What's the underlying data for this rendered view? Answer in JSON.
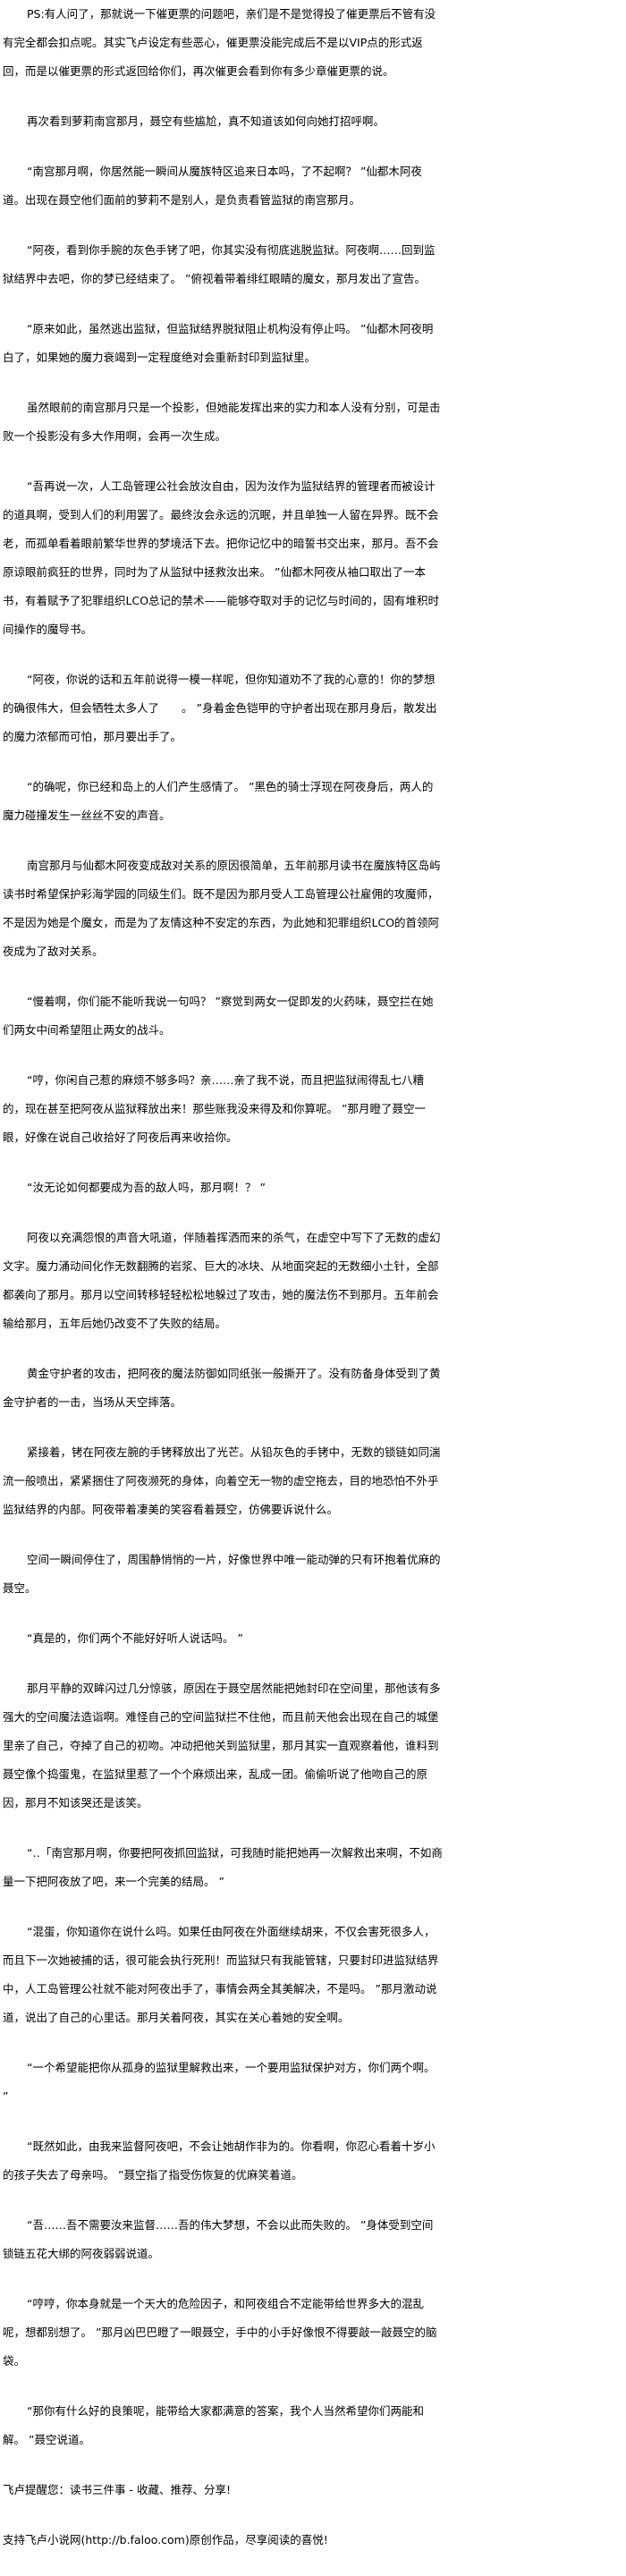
{
  "paragraphs": [
    "PS:有人问了，那就说一下催更票的问题吧，亲们是不是觉得投了催更票后不管有没有完全都会扣点呢。其实飞卢设定有些恶心，催更票没能完成后不是以VIP点的形式返回，而是以催更票的形式返回给你们，再次催更会看到你有多少章催更票的说。",
    "再次看到萝莉南宫那月，聂空有些尴尬，真不知道该如何向她打招呼啊。",
    "“南宫那月啊，你居然能一瞬间从魔族特区追来日本吗，了不起啊？ ”仙都木阿夜道。出现在聂空他们面前的萝莉不是别人，是负责看管监狱的南宫那月。",
    "“阿夜，看到你手腕的灰色手铐了吧，你其实没有彻底逃脱监狱。阿夜啊……回到监狱结界中去吧，你的梦已经结束了。 ”俯视着带着绯红眼睛的魔女，那月发出了宣告。",
    "“原来如此，虽然逃出监狱，但监狱结界脱狱阻止机构没有停止吗。 ”仙都木阿夜明白了，如果她的魔力衰竭到一定程度绝对会重新封印到监狱里。",
    "虽然眼前的南宫那月只是一个投影，但她能发挥出来的实力和本人没有分别，可是击败一个投影没有多大作用啊，会再一次生成。",
    "“吾再说一次，人工岛管理公社会放汝自由，因为汝作为监狱结界的管理者而被设计的道具啊，受到人们的利用罢了。最终汝会永远的沉眠，并且单独一人留在异界。既不会老，而孤单看着眼前繁华世界的梦境活下去。把你记忆中的暗誓书交出来，那月。吾不会原谅眼前疯狂的世界，同时为了从监狱中拯救汝出来。 ”仙都木阿夜从袖口取出了一本书，有着赋予了犯罪组织LCO总记的禁术——能够夺取对手的记忆与时间的，固有堆积时间操作的魔导书。",
    "“阿夜，你说的话和五年前说得一模一样呢，但你知道劝不了我的心意的！你的梦想的确很伟大，但会牺牲太多人了　　。 ”身着金色铠甲的守护者出现在那月身后，散发出的魔力浓郁而可怕，那月要出手了。",
    "“的确呢，你已经和岛上的人们产生感情了。 ”黑色的骑士浮现在阿夜身后，两人的魔力碰撞发生一丝丝不安的声音。",
    "南宫那月与仙都木阿夜变成敌对关系的原因很简单，五年前那月读书在魔族特区岛屿读书时希望保护彩海学园的同级生们。既不是因为那月受人工岛管理公社雇佣的攻魔师，不是因为她是个魔女，而是为了友情这种不安定的东西，为此她和犯罪组织LCO的首领阿夜成为了敌对关系。",
    "“慢着啊，你们能不能听我说一句吗？ ”察觉到两女一促即发的火药味，聂空拦在她们两女中间希望阻止两女的战斗。",
    "“哼，你闲自己惹的麻烦不够多吗？亲……亲了我不说，而且把监狱闹得乱七八糟的，现在甚至把阿夜从监狱释放出来！那些账我没来得及和你算呢。 ”那月瞪了聂空一眼，好像在说自己收拾好了阿夜后再来收拾你。",
    "“汝无论如何都要成为吾的敌人吗，那月啊！？ ”",
    "阿夜以充满怨恨的声音大吼道，伴随着挥洒而来的杀气，在虚空中写下了无数的虚幻文字。魔力涌动间化作无数翻腾的岩浆、巨大的冰块、从地面突起的无数细小土针，全部都袭向了那月。那月以空间转移轻轻松松地躲过了攻击，她的魔法伤不到那月。五年前会输给那月，五年后她仍改变不了失败的结局。",
    "黄金守护者的攻击，把阿夜的魔法防御如同纸张一般撕开了。没有防备身体受到了黄金守护者的一击，当场从天空摔落。",
    "紧接着，铐在阿夜左腕的手铐释放出了光芒。从铅灰色的手铐中，无数的锁链如同湍流一般喷出，紧紧捆住了阿夜濒死的身体，向着空无一物的虚空拖去，目的地恐怕不外乎监狱结界的内部。阿夜带着凄美的笑容看着聂空，仿佛要诉说什么。",
    "空间一瞬间停住了，周围静悄悄的一片，好像世界中唯一能动弹的只有环抱着优麻的聂空。",
    "“真是的，你们两个不能好好听人说话吗。 ”",
    "那月平静的双眸闪过几分惊骇，原因在于聂空居然能把她封印在空间里，那他该有多强大的空间魔法造诣啊。难怪自己的空间监狱拦不住他，而且前天他会出现在自己的城堡里亲了自己，夺掉了自己的初吻。冲动把他关到监狱里，那月其实一直观察着他，谁料到聂空像个捣蛋鬼，在监狱里惹了一个个麻烦出来，乱成一团。偷偷听说了他吻自己的原因，那月不知该哭还是该笑。",
    "“‥「南宫那月啊，你要把阿夜抓回监狱，可我随时能把她再一次解救出来啊，不如商量一下把阿夜放了吧，来一个完美的结局。 ”",
    "“混蛋，你知道你在说什么吗。如果任由阿夜在外面继续胡来，不仅会害死很多人，而且下一次她被捕的话，很可能会执行死刑！而监狱只有我能管辖，只要封印进监狱结界中，人工岛管理公社就不能对阿夜出手了，事情会两全其美解决，不是吗。 ”那月激动说道，说出了自己的心里话。那月关着阿夜，其实在关心着她的安全啊。",
    "“一个希望能把你从孤身的监狱里解救出来，一个要用监狱保护对方，你们两个啊。 ”",
    "“既然如此，由我来监督阿夜吧，不会让她胡作非为的。你看啊，你忍心看着十岁小的孩子失去了母亲吗。 ”聂空指了指受伤恢复的优麻笑着道。",
    "“吾……吾不需要汝来监督……吾的伟大梦想，不会以此而失败的。 ”身体受到空间锁链五花大绑的阿夜弱弱说道。",
    "“哼哼，你本身就是一个天大的危险因子，和阿夜组合不定能带给世界多大的混乱呢，想都别想了。 ”那月凶巴巴瞪了一眼聂空，手中的小手好像恨不得要敲一敲聂空的脑袋。",
    "“那你有什么好的良策呢，能带给大家都满意的答案，我个人当然希望你们两能和解。 ”聂空说道。"
  ],
  "footer": {
    "reminder": "飞卢提醒您：读书三件事 - 收藏、推荐、分享!",
    "support": "支持飞卢小说网(http://b.faloo.com)原创作品，尽享阅读的喜悦!"
  }
}
